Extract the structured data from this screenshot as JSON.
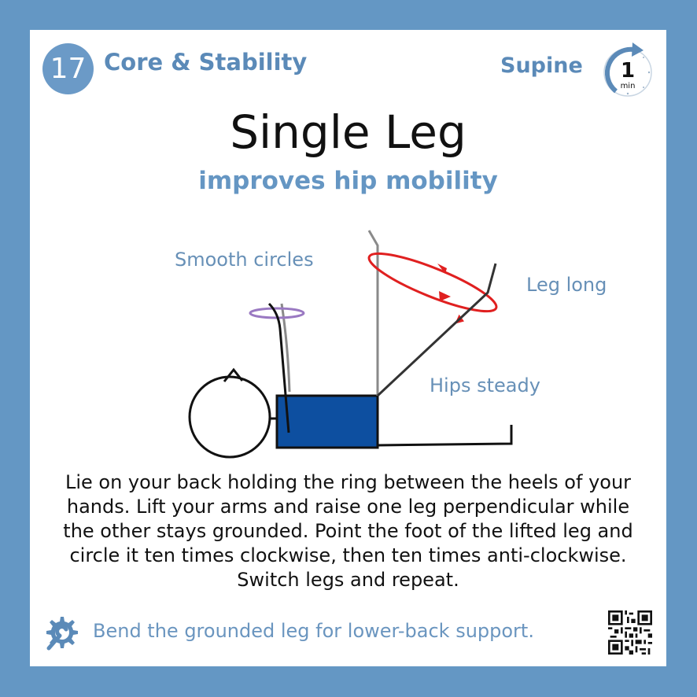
{
  "header": {
    "exercise_number": "17",
    "category": "Core & Stability",
    "position": "Supine",
    "duration": {
      "value": "1",
      "unit": "min"
    }
  },
  "title": "Single Leg",
  "subtitle": "improves hip mobility",
  "diagram": {
    "labels": {
      "smooth_circles": "Smooth circles",
      "leg_long": "Leg long",
      "hips_steady": "Hips steady"
    },
    "colors": {
      "body_fill": "#0d4fa0",
      "leg_circle": "#e02020",
      "ring": "#9a79c2",
      "outline": "#111111",
      "ghost": "#8a8a8a"
    }
  },
  "description": "Lie on your back holding the ring between the heels of your hands. Lift your arms and raise one leg perpendicular while the other stays grounded. Point the foot of the lifted leg and circle it ten times clockwise, then ten times anti-clockwise. Switch legs and repeat.",
  "tip": {
    "icon": "gear-wrench-icon",
    "text": "Bend the grounded leg for lower-back support."
  },
  "qr_code": {
    "icon": "qr-code-icon"
  },
  "colors": {
    "border": "#6497c4",
    "accent": "#5b8ab8",
    "badge": "#6b9ac7"
  }
}
